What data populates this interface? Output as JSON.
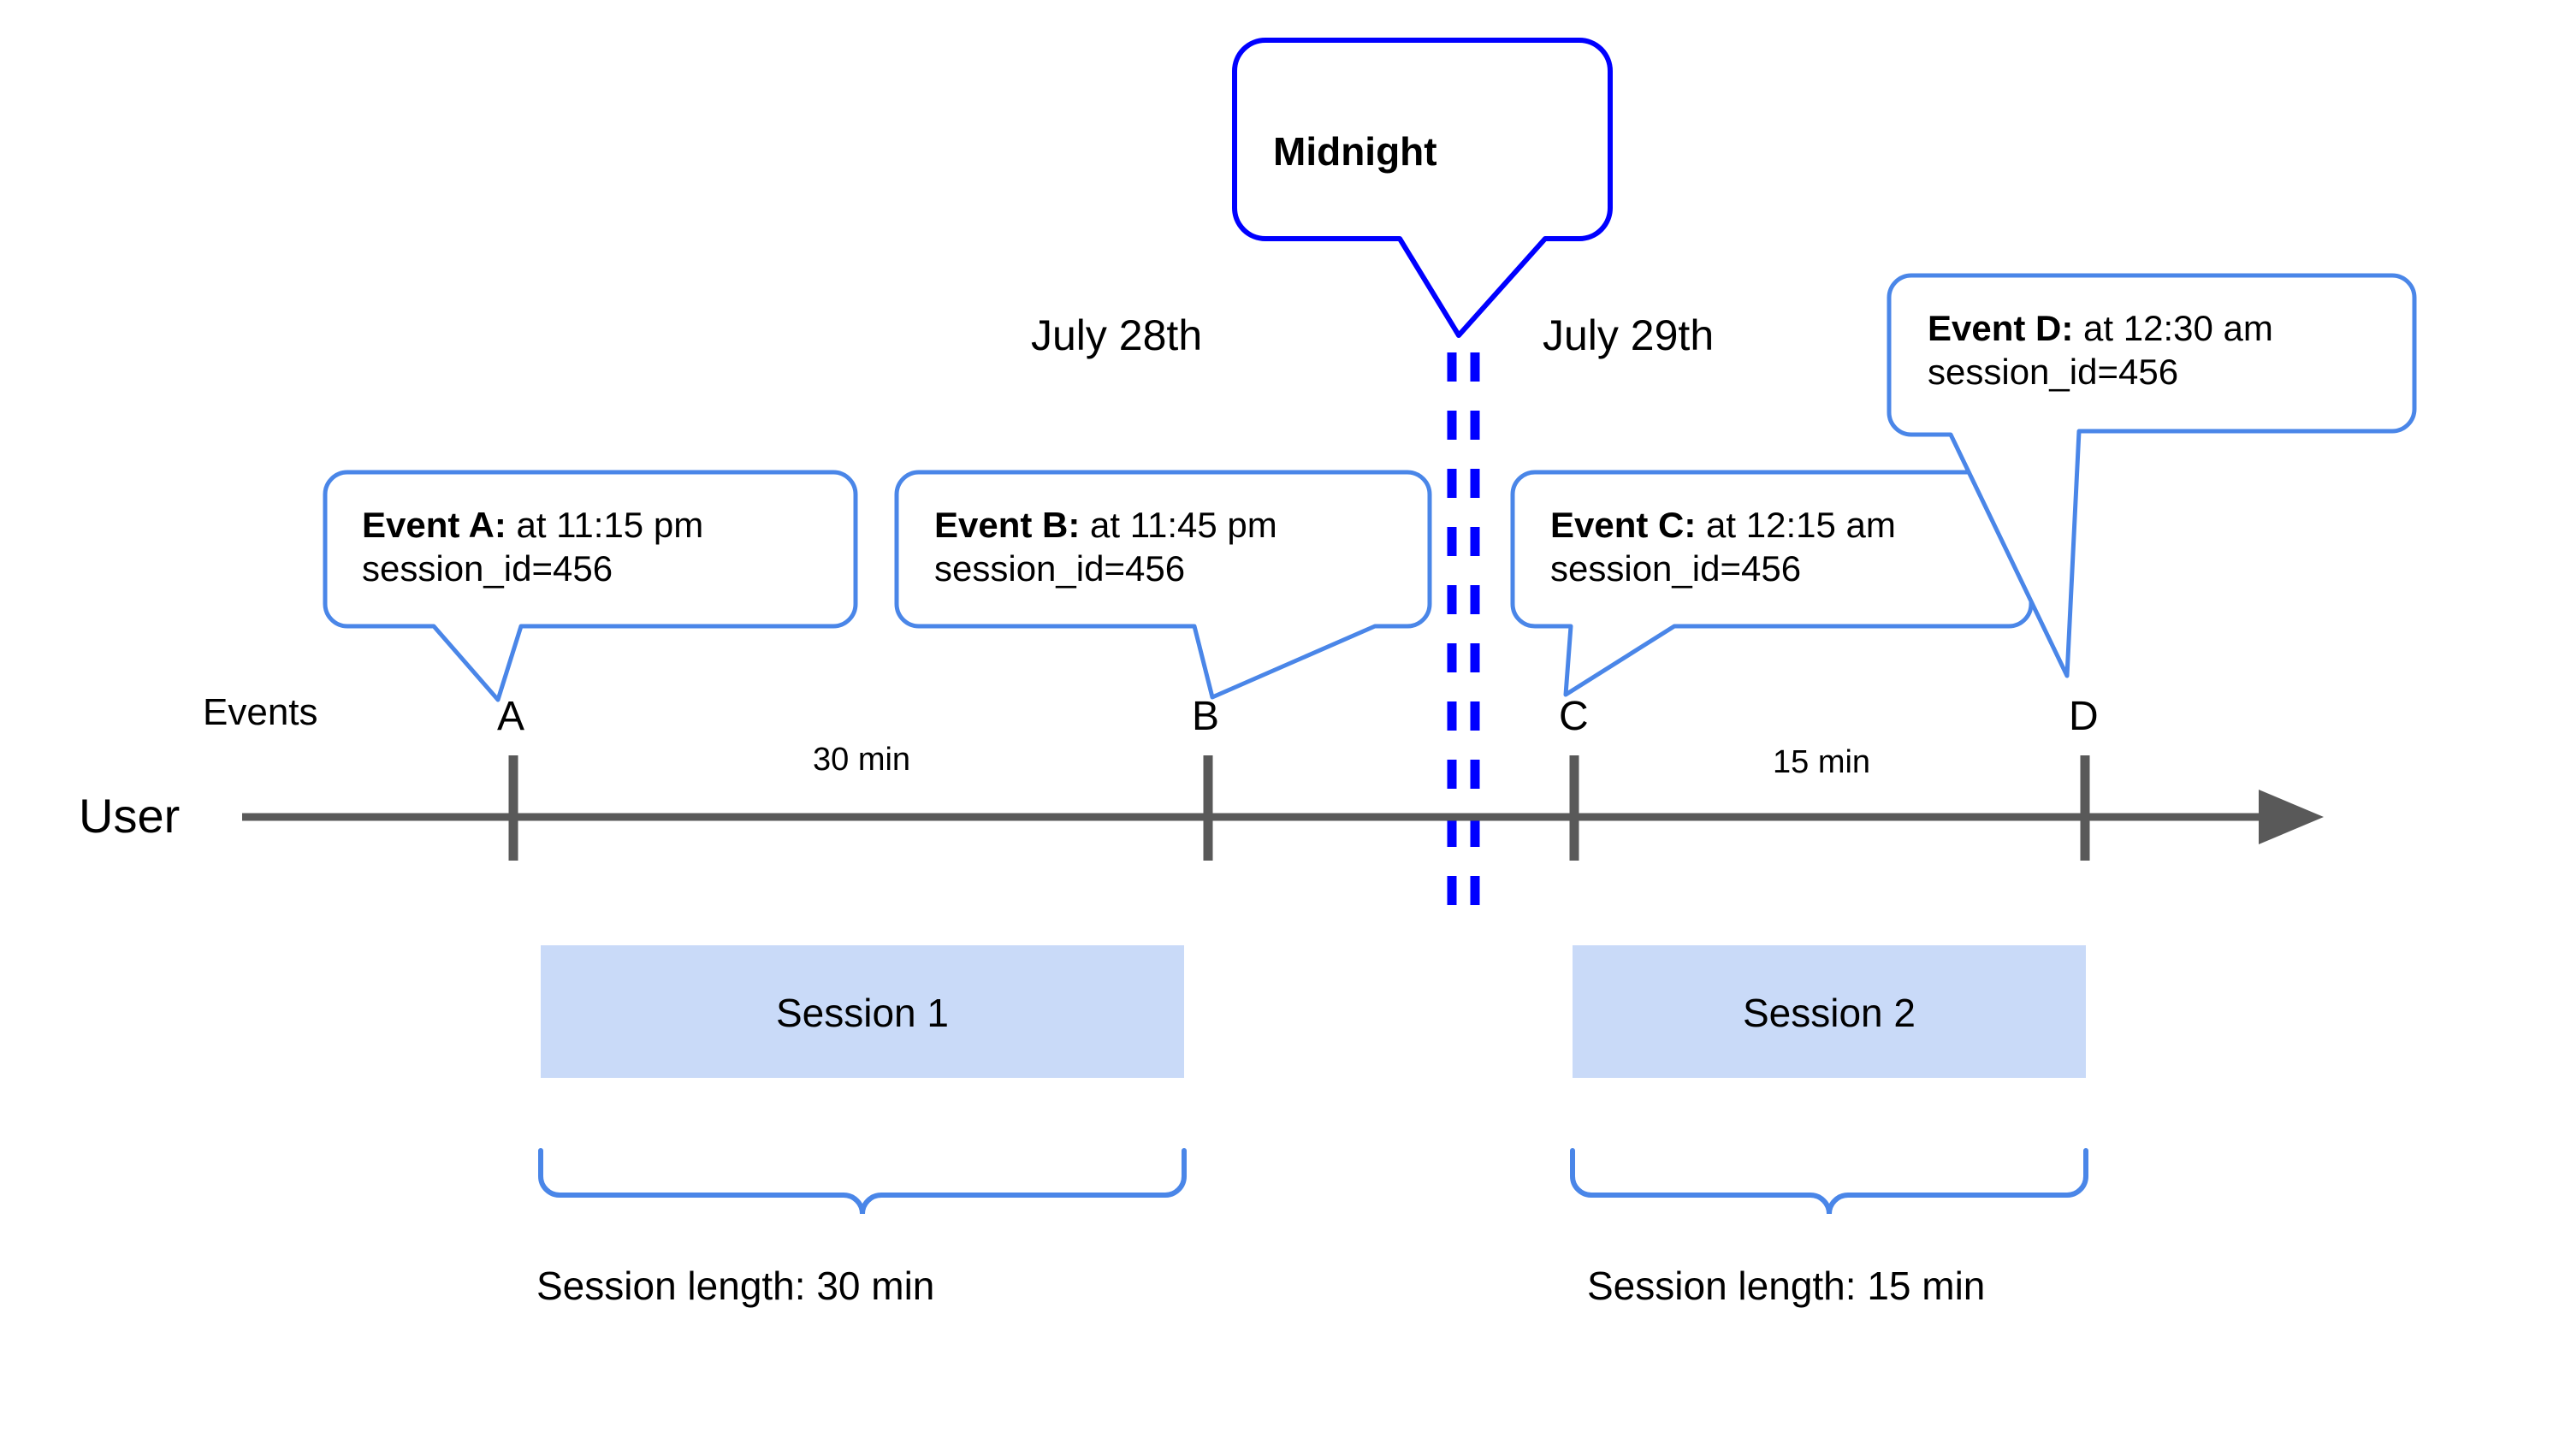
{
  "diagram": {
    "title_callout": {
      "label": "Midnight"
    },
    "axis": {
      "row_label_user": "User",
      "row_label_events": "Events",
      "arrow_color": "#595959"
    },
    "days": [
      {
        "label": "July 28th"
      },
      {
        "label": "July 29th"
      }
    ],
    "events": [
      {
        "tick_label": "A",
        "bold": "Event A:",
        "detail": " at 11:15 pm",
        "line2": "session_id=456"
      },
      {
        "tick_label": "B",
        "bold": "Event B:",
        "detail": " at 11:45 pm",
        "line2": "session_id=456"
      },
      {
        "tick_label": "C",
        "bold": "Event C:",
        "detail": " at 12:15 am",
        "line2": "session_id=456"
      },
      {
        "tick_label": "D",
        "bold": "Event D:",
        "detail": " at 12:30 am",
        "line2": "session_id=456"
      }
    ],
    "durations": [
      {
        "label": "30 min"
      },
      {
        "label": "15 min"
      }
    ],
    "sessions": [
      {
        "box_label": "Session 1",
        "length_label": "Session length: 30 min"
      },
      {
        "box_label": "Session 2",
        "length_label": "Session length: 15 min"
      }
    ],
    "colors": {
      "callout_stroke": "#4a86e8",
      "midnight_stroke": "#0000ff",
      "session_fill": "#c9daf8",
      "axis": "#595959",
      "brace": "#4a86e8",
      "text": "#000000"
    }
  }
}
